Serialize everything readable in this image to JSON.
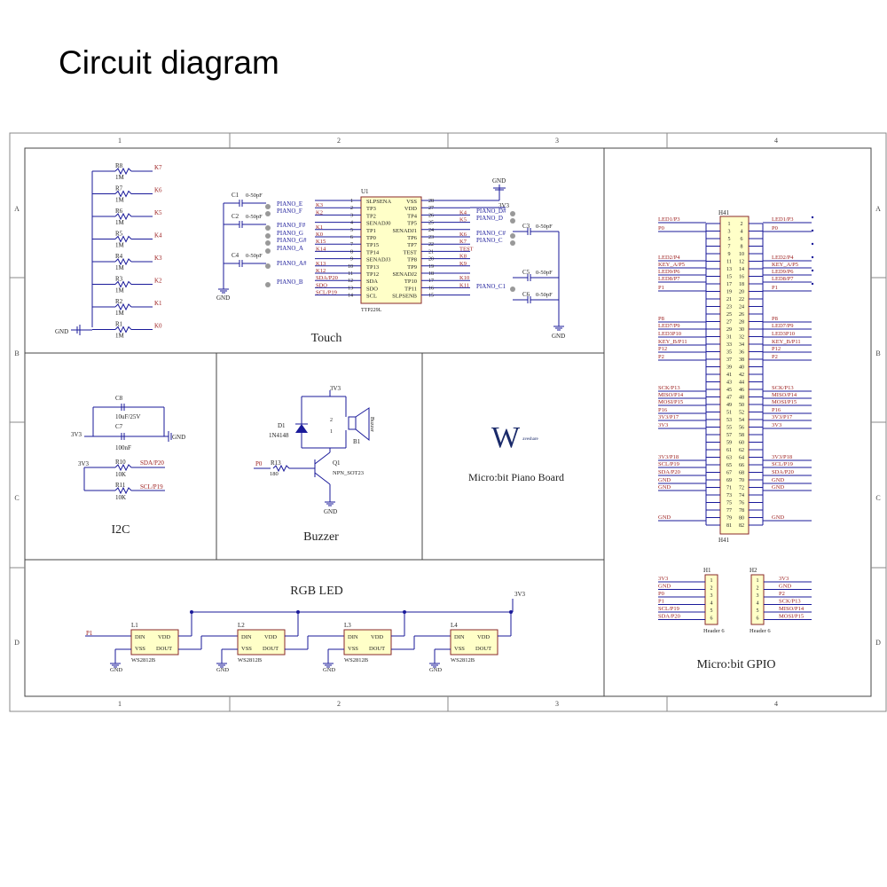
{
  "page_title": "Circuit diagram",
  "frame": {
    "cols": [
      "1",
      "2",
      "3",
      "4"
    ],
    "rows": [
      "A",
      "B",
      "C",
      "D"
    ]
  },
  "touch": {
    "title": "Touch",
    "gnd": "GND",
    "resistors": [
      {
        "ref": "R8",
        "value": "1M",
        "net": "K7"
      },
      {
        "ref": "R7",
        "value": "1M",
        "net": "K6"
      },
      {
        "ref": "R6",
        "value": "1M",
        "net": "K5"
      },
      {
        "ref": "R5",
        "value": "1M",
        "net": "K4"
      },
      {
        "ref": "R4",
        "value": "1M",
        "net": "K3"
      },
      {
        "ref": "R3",
        "value": "1M",
        "net": "K2"
      },
      {
        "ref": "R2",
        "value": "1M",
        "net": "K1"
      },
      {
        "ref": "R1",
        "value": "1M",
        "net": "K0"
      }
    ],
    "ic": {
      "ref": "U1",
      "part": "TTP229L",
      "left_pins": [
        {
          "num": "1",
          "name": "SLPSENA",
          "net": ""
        },
        {
          "num": "2",
          "name": "TP3",
          "net": "K3"
        },
        {
          "num": "3",
          "name": "TP2",
          "net": "K2"
        },
        {
          "num": "4",
          "name": "SENADJ0",
          "net": ""
        },
        {
          "num": "5",
          "name": "TP1",
          "net": "K1"
        },
        {
          "num": "6",
          "name": "TP0",
          "net": "K0"
        },
        {
          "num": "7",
          "name": "TP15",
          "net": "K15"
        },
        {
          "num": "8",
          "name": "TP14",
          "net": "K14"
        },
        {
          "num": "9",
          "name": "SENADJ3",
          "net": ""
        },
        {
          "num": "10",
          "name": "TP13",
          "net": "K13"
        },
        {
          "num": "11",
          "name": "TP12",
          "net": "K12"
        },
        {
          "num": "12",
          "name": "SDA",
          "net": "SDA/P20"
        },
        {
          "num": "13",
          "name": "SDO",
          "net": "SDO"
        },
        {
          "num": "14",
          "name": "SCL",
          "net": "SCL/P19"
        }
      ],
      "right_pins": [
        {
          "num": "28",
          "name": "VSS",
          "net": ""
        },
        {
          "num": "27",
          "name": "VDD",
          "net": ""
        },
        {
          "num": "26",
          "name": "TP4",
          "net": "K4"
        },
        {
          "num": "25",
          "name": "TP5",
          "net": "K5"
        },
        {
          "num": "24",
          "name": "SENADJ1",
          "net": ""
        },
        {
          "num": "23",
          "name": "TP6",
          "net": "K6"
        },
        {
          "num": "22",
          "name": "TP7",
          "net": "K7"
        },
        {
          "num": "21",
          "name": "TEST",
          "net": "TEST"
        },
        {
          "num": "20",
          "name": "TP8",
          "net": "K8"
        },
        {
          "num": "19",
          "name": "TP9",
          "net": "K9"
        },
        {
          "num": "18",
          "name": "SENADJ2",
          "net": ""
        },
        {
          "num": "17",
          "name": "TP10",
          "net": "K10"
        },
        {
          "num": "16",
          "name": "TP11",
          "net": "K11"
        },
        {
          "num": "15",
          "name": "SLPSENB",
          "net": ""
        }
      ]
    },
    "left_caps": [
      {
        "ref": "C1",
        "value": "0-50pF"
      },
      {
        "ref": "C2",
        "value": "0-50pF"
      },
      {
        "ref": "C4",
        "value": "0-50pF"
      }
    ],
    "right_caps": [
      {
        "ref": "C3",
        "value": "0-50pF"
      },
      {
        "ref": "C5",
        "value": "0-50pF"
      },
      {
        "ref": "C6",
        "value": "0-50pF"
      }
    ],
    "piano_left": [
      "PIANO_E",
      "PIANO_F",
      "PIANO_F#",
      "PIANO_G",
      "PIANO_G#",
      "PIANO_A",
      "PIANO_A#",
      "PIANO_B"
    ],
    "piano_right": [
      "PIANO_D#",
      "PIANO_D",
      "PIANO_C#",
      "PIANO_C",
      "PIANO_C1"
    ],
    "vcc": "3V3",
    "gnd_labels": [
      "GND",
      "GND",
      "GND"
    ]
  },
  "i2c": {
    "title": "I2C",
    "c8": {
      "ref": "C8",
      "value": "10uF/25V"
    },
    "c7": {
      "ref": "C7",
      "value": "100nF"
    },
    "vcc": "3V3",
    "gnd": "GND",
    "r10": {
      "ref": "R10",
      "value": "10K",
      "net": "SDA/P20"
    },
    "r11": {
      "ref": "R11",
      "value": "10K",
      "net": "SCL/P19"
    }
  },
  "buzzer": {
    "title": "Buzzer",
    "vcc": "3V3",
    "diode": {
      "ref": "D1",
      "part": "1N4148"
    },
    "speaker": {
      "ref": "B1",
      "label": "Buzzer",
      "pin1": "1",
      "pin2": "2"
    },
    "r13": {
      "ref": "R13",
      "value": "180",
      "net": "P0"
    },
    "q1": {
      "ref": "Q1",
      "part": "NPN_SOT23"
    },
    "gnd": "GND"
  },
  "logo": {
    "letter": "W",
    "small": "aveshare",
    "board_name": "Micro:bit Piano Board"
  },
  "rgb": {
    "title": "RGB LED",
    "input": "P1",
    "vcc": "3V3",
    "leds": [
      {
        "ref": "L1",
        "part": "WS2812B"
      },
      {
        "ref": "L2",
        "part": "WS2812B"
      },
      {
        "ref": "L3",
        "part": "WS2812B"
      },
      {
        "ref": "L4",
        "part": "WS2812B"
      }
    ],
    "pins": [
      "DIN",
      "VDD",
      "VSS",
      "DOUT"
    ],
    "gnd": "GND"
  },
  "gpio": {
    "title": "Micro:bit GPIO",
    "header_ref": "H41",
    "left_labels": [
      [
        "LED1/P3",
        "P0"
      ],
      [
        "",
        ""
      ],
      [
        "",
        ""
      ],
      [
        "",
        ""
      ],
      [
        "",
        ""
      ],
      [
        "LED2/P4",
        "KEY_A/P5"
      ],
      [
        "LED9/P6",
        "LED8/P7"
      ],
      [
        "P1",
        ""
      ],
      [
        "",
        ""
      ],
      [
        "",
        ""
      ],
      [
        "",
        ""
      ],
      [
        "",
        ""
      ],
      [
        "P8",
        "LED7/P9"
      ],
      [
        "LED3P10",
        "KEY_B/P11"
      ],
      [
        "P12",
        "P2"
      ],
      [
        "",
        ""
      ],
      [
        "",
        ""
      ],
      [
        "",
        ""
      ],
      [
        "",
        ""
      ],
      [
        "",
        ""
      ],
      [
        "",
        ""
      ],
      [
        "",
        ""
      ],
      [
        "SCK/P13",
        "MISO/P14"
      ],
      [
        "MOSI/P15",
        "P16"
      ],
      [
        "3V3/P17",
        "3V3"
      ],
      [
        "",
        ""
      ],
      [
        "",
        ""
      ],
      [
        "",
        ""
      ],
      [
        "",
        ""
      ],
      [
        "",
        ""
      ],
      [
        "",
        ""
      ],
      [
        "",
        ""
      ],
      [
        "3V3/P18",
        "SCL/P19"
      ],
      [
        "SDA/P20",
        "GND"
      ],
      [
        "GND",
        ""
      ],
      [
        "",
        ""
      ],
      [
        "",
        ""
      ],
      [
        "",
        ""
      ],
      [
        "",
        ""
      ],
      [
        "GND",
        ""
      ],
      [
        "",
        ""
      ]
    ],
    "right_labels": [
      "LED1/P3",
      "P0",
      "LED2/P4",
      "KEY_A/P5",
      "LED9/P6",
      "LED8/P7",
      "P1",
      "P8",
      "LED7/P9",
      "LED3P10",
      "KEY_B/P11",
      "P12",
      "P2",
      "SCK/P13",
      "MISO/P14",
      "MOSI/P15",
      "P16",
      "3V3/P17",
      "3V3",
      "3V3/P18",
      "SCL/P19",
      "SDA/P20",
      "GND",
      "GND",
      "GND"
    ],
    "h1": {
      "ref": "H1",
      "name": "Header 6",
      "nets": [
        "3V3",
        "GND",
        "P0",
        "P1",
        "SCL/P19",
        "SDA/P20"
      ]
    },
    "h2": {
      "ref": "H2",
      "name": "Header 6",
      "nets": [
        "3V3",
        "GND",
        "P2",
        "SCK/P13",
        "MISO/P14",
        "MOSI/P15"
      ]
    },
    "pin_numbers": [
      "1",
      "2",
      "3",
      "4",
      "5",
      "6"
    ]
  }
}
